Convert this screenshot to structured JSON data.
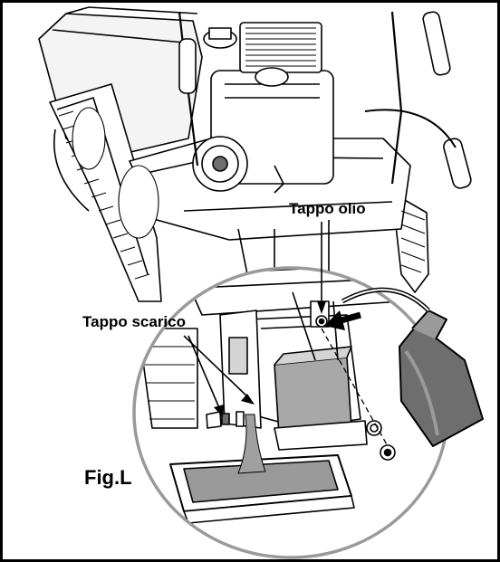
{
  "labels": {
    "oil_cap": "Tappo olio",
    "drain_plug": "Tappo scarico",
    "figure": "Fig.L"
  },
  "colors": {
    "line": "#000000",
    "gray_light": "#d4d4d4",
    "gray_mid": "#9a9a9a",
    "gray_dark": "#6e6e6e",
    "oil": "#a0a0a0"
  },
  "icons": {
    "oil_bottle": "oil-bottle-icon",
    "drain_pan": "drain-pan-icon"
  }
}
